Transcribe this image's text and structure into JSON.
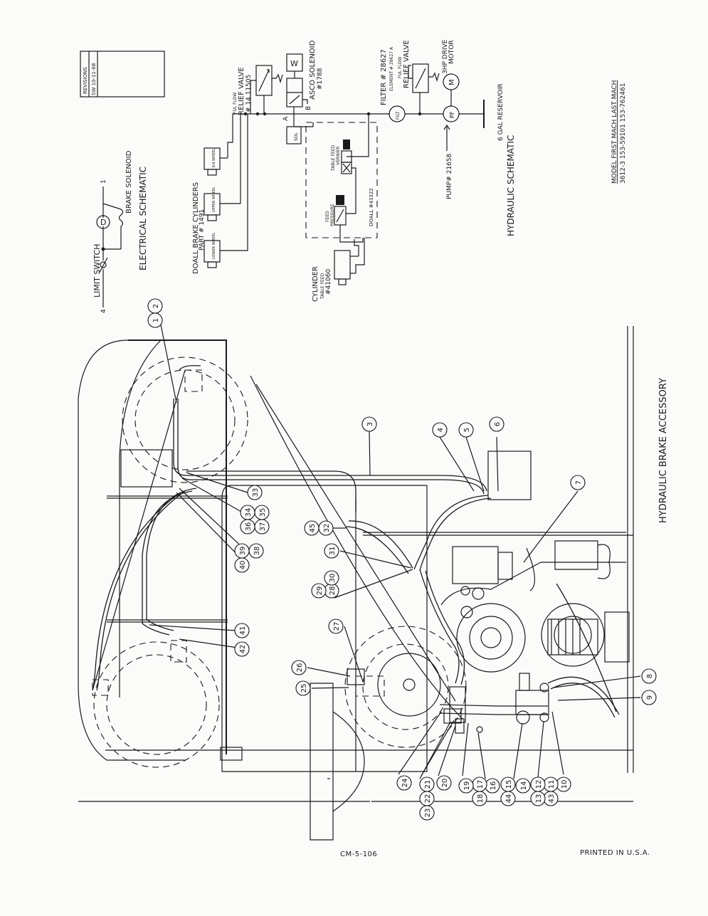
{
  "revisions": {
    "header": "REVISIONS",
    "entry": "SW 10-11-68"
  },
  "electrical": {
    "title": "ELECTRICAL SCHEMATIC",
    "limit_switch": "LIMIT SWITCH",
    "brake_solenoid": "BRAKE SOLENOID",
    "terminal_left": "4",
    "terminal_right": "1",
    "relay": "D"
  },
  "hydraulic": {
    "title": "HYDRAULIC SCHEMATIC",
    "brake_cylinders": "DOALL BRAKE CYLINDERS",
    "brake_cylinders_part": "PART # 1491",
    "lower_wheel": "LOWER WHEEL",
    "upper_wheel": "UPPER WHEEL",
    "third_wheel": "3rd WHEEL",
    "relief_valve_1_a": "FUL FLOW",
    "relief_valve_1_b": "RELIEF VALVE",
    "relief_valve_1_c": "# 14 11505",
    "asco_solenoid": "ASCO SOLENOID",
    "asco_solenoid_no": "#1788",
    "sol": "SOL",
    "w": "W",
    "port_a": "A",
    "port_b": "B",
    "filter": "FILTER # 28627",
    "element": "ELEMENT # 28627 A",
    "filt": "FILT",
    "relief_valve_2_a": "FUL FLOW",
    "relief_valve_2_b": "RELIEF VALVE",
    "drive_motor_a": "3HP DRIVE",
    "drive_motor_b": "MOTOR",
    "motor": "M",
    "pf": "PF",
    "pump": "PUMP# 21658",
    "reservoir": "6 GAL RESERVOIR",
    "table_feed_vernier_a": "TABLE FEED",
    "table_feed_vernier_b": "VERNIER",
    "feed_pressure_a": "FEED",
    "feed_pressure_b": "PRESSURE",
    "doall_no": "DOALL #43322",
    "cylinder": "CYLINDER",
    "table_feed": "TABLE FEED",
    "cylinder_no": "#41060"
  },
  "model_table": {
    "header": "MODEL  FIRST MACH  LAST MACH",
    "row": "3612-3  153-59101    153-762461"
  },
  "assembly_title": "HYDRAULIC BRAKE ACCESSORY",
  "callouts": [
    "1",
    "2",
    "3",
    "4",
    "5",
    "6",
    "7",
    "8",
    "9",
    "10",
    "11",
    "12",
    "13",
    "14",
    "15",
    "16",
    "17",
    "18",
    "19",
    "20",
    "21",
    "22",
    "23",
    "24",
    "25",
    "26",
    "27",
    "28",
    "29",
    "30",
    "31",
    "32",
    "33",
    "34",
    "35",
    "36",
    "37",
    "38",
    "39",
    "40",
    "41",
    "42",
    "43",
    "44",
    "45"
  ],
  "footer": {
    "doc_number": "CM-5-106",
    "printed": "PRINTED IN U.S.A."
  }
}
